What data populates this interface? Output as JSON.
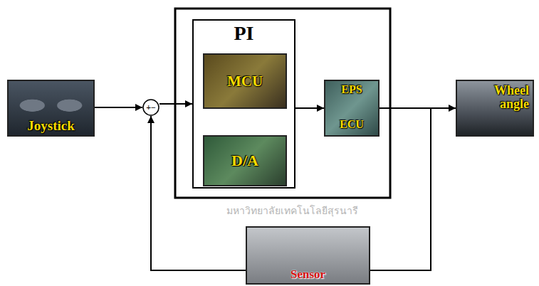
{
  "diagram": {
    "nodes": [
      {
        "text": [
          "Joystick"
        ]
      },
      {
        "text": [
          "+",
          "−"
        ]
      },
      {
        "text": [
          "PI"
        ]
      },
      {
        "text": [
          "MCU"
        ],
        "in": 2
      },
      {
        "text": [
          "D/A"
        ],
        "in": 2
      },
      {
        "text": [
          "EPS",
          "ECU"
        ]
      },
      {
        "text": [
          "Wheel angle"
        ]
      },
      {
        "text": [
          "Sensor"
        ]
      }
    ],
    "edges": [
      {
        "from": 0,
        "to": 1,
        "arrow": "to"
      },
      {
        "from": 1,
        "to": 2,
        "arrow": "to"
      },
      {
        "from": 3,
        "to": 4,
        "arrow": "to"
      },
      {
        "from": 2,
        "to": 5,
        "arrow": "to"
      },
      {
        "from": 5,
        "to": 6,
        "arrow": "to"
      },
      {
        "from": 5,
        "to": 7,
        "arrow": "none"
      },
      {
        "from": 7,
        "to": 1,
        "arrow": "to"
      }
    ],
    "labels": [
      "มหาวิทยาลัยเทคโนโลยีสุรนารี"
    ]
  }
}
